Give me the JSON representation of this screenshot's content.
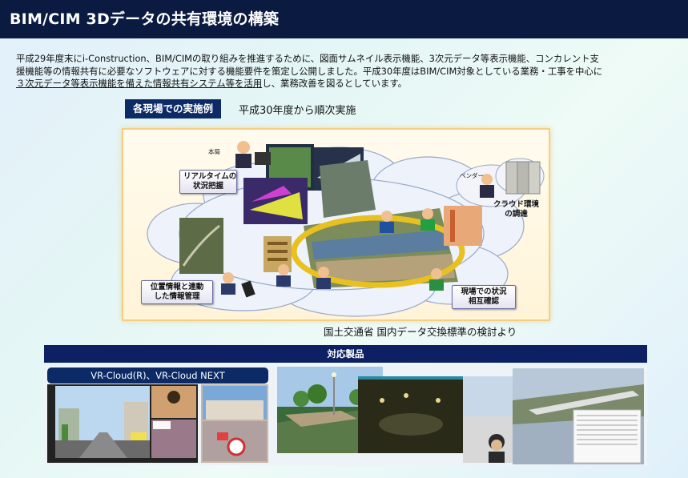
{
  "header": {
    "title": "BIM/CIM 3Dデータの共有環境の構築"
  },
  "intro": {
    "line1": "平成29年度末にi-Construction、BIM/CIMの取り組みを推進するために、図面サムネイル表示機能、3次元データ等表示機能、コンカレント支",
    "line2": "援機能等の情報共有に必要なソフトウェアに対する機能要件を策定し公開しました。平成30年度はBIM/CIM対象としている業務・工事を中心に",
    "line3_underlined": "３次元データ等表示機能を備えた情報共有システム等を活用",
    "line3_rest": "し、業務改善を図るとしています。"
  },
  "case": {
    "label": "各現場での実施例",
    "subtitle": "平成30年度から順次実施"
  },
  "figure": {
    "label_honkyoku": "本局",
    "label_realtime": "リアルタイムの\n状況把握",
    "label_vendor": "ベンダー",
    "label_cloud": "クラウド環境\nの調達",
    "label_location": "位置情報と連動\nした情報管理",
    "label_site": "現場での状況\n相互確認"
  },
  "source": "国土交通省 国内データ交換標準の検討より",
  "products": {
    "header": "対応製品",
    "tab_label": "VR-Cloud(R)、VR-Cloud NEXT"
  },
  "colors": {
    "title_bg": "#0b1a40",
    "label_bg": "#0c2a66",
    "figure_border": "#f3cf85",
    "products_bar": "#0c2063"
  }
}
